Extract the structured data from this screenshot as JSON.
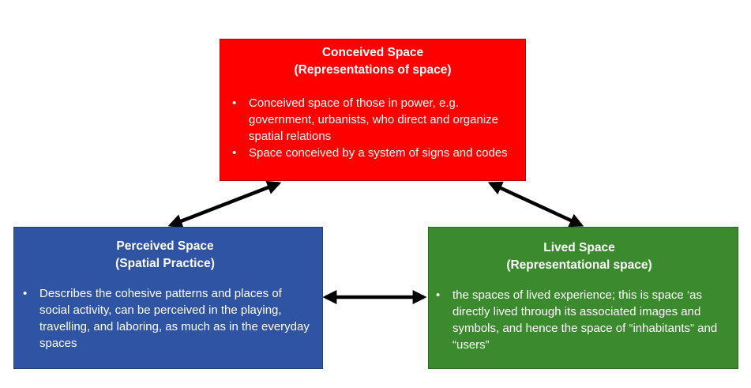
{
  "conceived": {
    "title": "Conceived Space",
    "subtitle": "(Representations of space)",
    "bullets": [
      "Conceived space of those in power, e.g. government, urbanists, who direct and organize spatial relations",
      "Space conceived by a system of signs and codes"
    ],
    "color": "#ff0000"
  },
  "perceived": {
    "title": "Perceived Space",
    "subtitle": "(Spatial Practice)",
    "bullets": [
      "Describes the cohesive patterns and places of social activity, can be perceived in the playing, travelling, and laboring, as much as in the everyday spaces"
    ],
    "color": "#2e54a3"
  },
  "lived": {
    "title": "Lived Space",
    "subtitle": "(Representational space)",
    "bullets": [
      "the spaces of lived experience; this is space ‘as directly lived through its associated images and symbols, and hence the space of “inhabitants” and “users”"
    ],
    "color": "#3c8a2e"
  },
  "arrows": {
    "style": "double-headed",
    "color": "#000000",
    "links": [
      "conceived-perceived",
      "conceived-lived",
      "perceived-lived"
    ]
  }
}
